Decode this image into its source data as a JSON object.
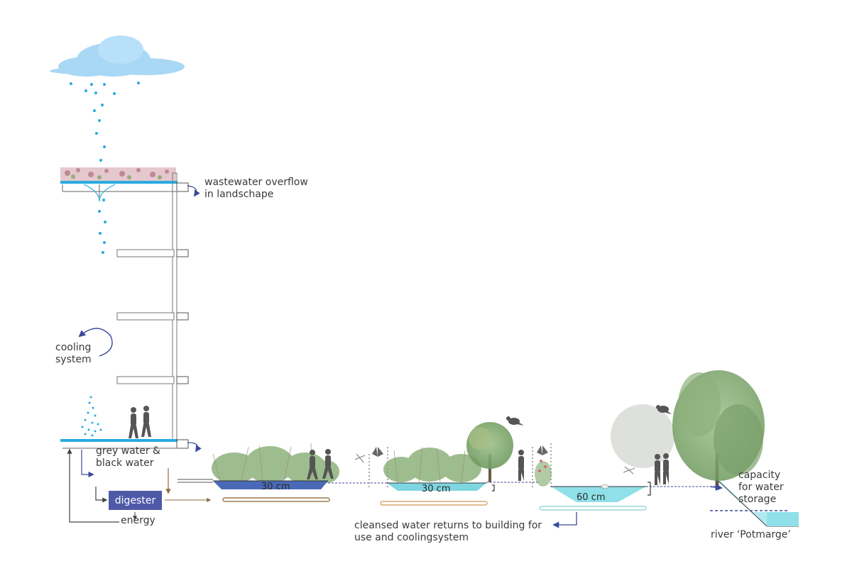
{
  "labels": {
    "wastewater_line1": "wastewater overflow",
    "wastewater_line2": "in landschape",
    "cooling_line1": "cooling",
    "cooling_line2": "system",
    "grey_line1": "grey water &",
    "grey_line2": "black water",
    "digester": "digester",
    "energy": "energy",
    "depth_1": "30 cm",
    "depth_2": "30 cm",
    "depth_3": "60 cm",
    "cleansed_line1": "cleansed water returns to building for",
    "cleansed_line2": "use and coolingsystem",
    "capacity_line1": "capacity",
    "capacity_line2": "for water",
    "capacity_line3": "storage",
    "river": "river ‘Potmarge’"
  },
  "colors": {
    "rain": "#29abe2",
    "cloud": "#a9d8f5",
    "pond_blue": "#4a6ab8",
    "pond_cyan": "#8fe0e8",
    "digester": "#4e5aa8",
    "pipe_brown": "#9c7a4c",
    "pipe_orange": "#d9a86c",
    "pipe_cyan": "#9ad8d8",
    "vegetation": "#7ea86a"
  }
}
